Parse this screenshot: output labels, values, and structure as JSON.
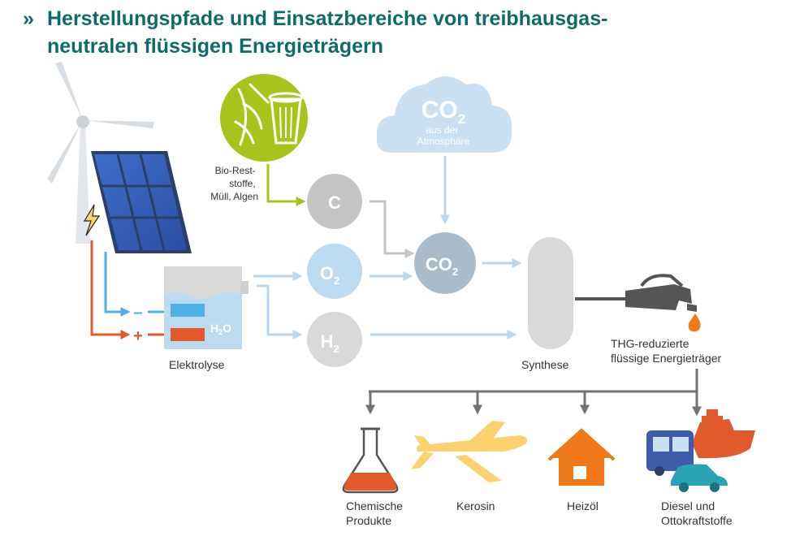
{
  "title": {
    "line1": "Herstellungspfade und Einsatzbereiche von treibhausgas-",
    "line2": "neutralen flüssigen Energieträgern"
  },
  "sources": {
    "bio_line1": "Bio-Rest-",
    "bio_line2": "stoffe,",
    "bio_line3": "Müll, Algen",
    "co2_cloud_main": "CO",
    "co2_cloud_sub": "2",
    "co2_cloud_line1": "aus der",
    "co2_cloud_line2": "Atmosphäre"
  },
  "nodes": {
    "c": "C",
    "o2_main": "O",
    "o2_sub": "2",
    "h2_main": "H",
    "h2_sub": "2",
    "co2_main": "CO",
    "co2_sub": "2",
    "h2o_main": "H",
    "h2o_sub": "2",
    "h2o_end": "O",
    "plus": "+",
    "minus": "–"
  },
  "labels": {
    "elektrolyse": "Elektrolyse",
    "synthese": "Synthese",
    "thg_line1": "THG-reduzierte",
    "thg_line2": "flüssige Energieträger"
  },
  "products": {
    "chemie_line1": "Chemische",
    "chemie_line2": "Produkte",
    "kerosin": "Kerosin",
    "heizoel": "Heizöl",
    "diesel_line1": "Diesel und",
    "diesel_line2": "Ottokraftstoffe"
  },
  "colors": {
    "teal": "#0d6b6b",
    "gray": "#bfbfbf",
    "arrow_light_blue": "#b8d6ee",
    "co2_node": "#a9bccb",
    "o2_node": "#bcdaf0",
    "bio_green": "#a8c41c",
    "red_wire": "#e05a2b",
    "blue_wire": "#4eb0e4",
    "kerosin_yellow": "#fcd26e",
    "house_orange": "#f07a1a",
    "output_gray": "#737373"
  }
}
